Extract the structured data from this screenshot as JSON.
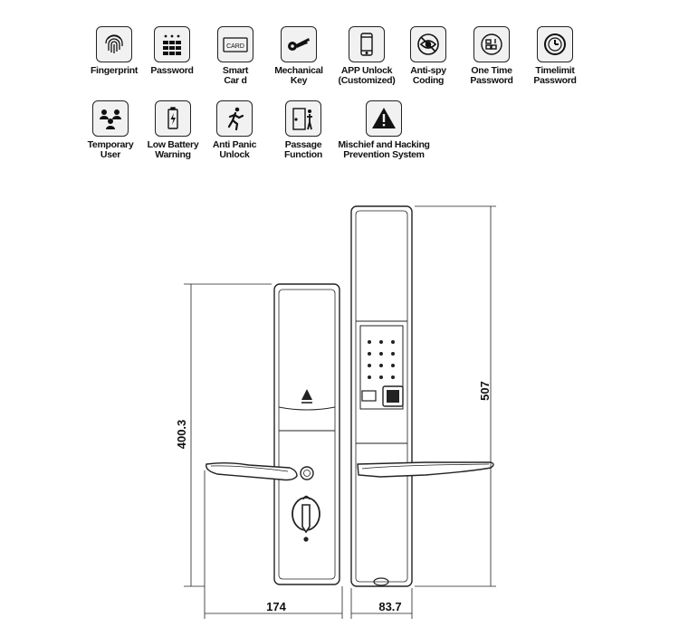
{
  "features": [
    {
      "label": "Fingerprint",
      "icon": "fingerprint-icon"
    },
    {
      "label": "Password",
      "icon": "keypad-icon"
    },
    {
      "label": "Smart\nCar d",
      "icon": "smart-card-icon",
      "icon_text": "CARD"
    },
    {
      "label": "Mechanical\nKey",
      "icon": "mechanical-key-icon"
    },
    {
      "label": "APP Unlock\n(Customized)",
      "icon": "smartphone-icon"
    },
    {
      "label": "Anti-spy\nCoding",
      "icon": "anti-spy-eye-icon"
    },
    {
      "label": "One Time\nPassword",
      "icon": "one-time-password-icon"
    },
    {
      "label": "Timelimit\nPassword",
      "icon": "clock-icon"
    },
    {
      "label": "Temporary\nUser",
      "icon": "users-icon"
    },
    {
      "label": "Low Battery\nWarning",
      "icon": "battery-icon"
    },
    {
      "label": "Anti Panic\nUnlock",
      "icon": "running-man-icon"
    },
    {
      "label": "Passage\nFunction",
      "icon": "passage-door-icon"
    },
    {
      "label": "Mischief and Hacking\nPrevention System",
      "icon": "warning-icon"
    }
  ],
  "dimensions": {
    "front_height": "400.3",
    "front_width": "174",
    "side_height": "507",
    "side_width": "83.7"
  }
}
